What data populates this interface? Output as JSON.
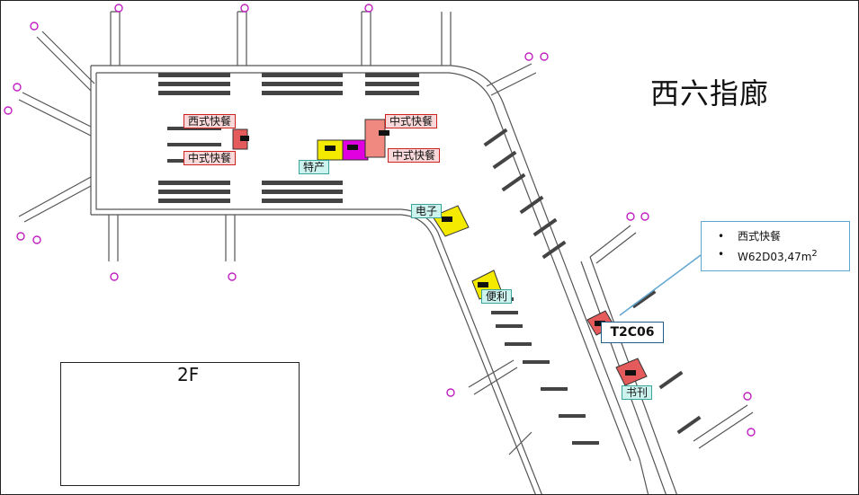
{
  "map": {
    "title": "西六指廊",
    "shops": [
      {
        "key": "western_1",
        "label": "西式快餐",
        "style": "red"
      },
      {
        "key": "chinese_1",
        "label": "中式快餐",
        "style": "red"
      },
      {
        "key": "chinese_2",
        "label": "中式快餐",
        "style": "red"
      },
      {
        "key": "chinese_3",
        "label": "中式快餐",
        "style": "red"
      },
      {
        "key": "specialty",
        "label": "特产",
        "style": "cyan"
      },
      {
        "key": "electronics",
        "label": "电子",
        "style": "cyan"
      },
      {
        "key": "convenience",
        "label": "便利",
        "style": "cyan"
      },
      {
        "key": "books",
        "label": "书刊",
        "style": "cyan"
      }
    ],
    "highlight_code": "T2C06",
    "info": {
      "items": [
        "西式快餐",
        "W62D03,47m"
      ],
      "area_unit_sup": "2"
    },
    "inset": {
      "floor": "2F"
    },
    "colors": {
      "highlight_red": "#e55a5a",
      "yellow": "#f3ea00",
      "magenta": "#e000e0",
      "salmon": "#f08a80",
      "callout_line": "#5fa7d0"
    }
  }
}
